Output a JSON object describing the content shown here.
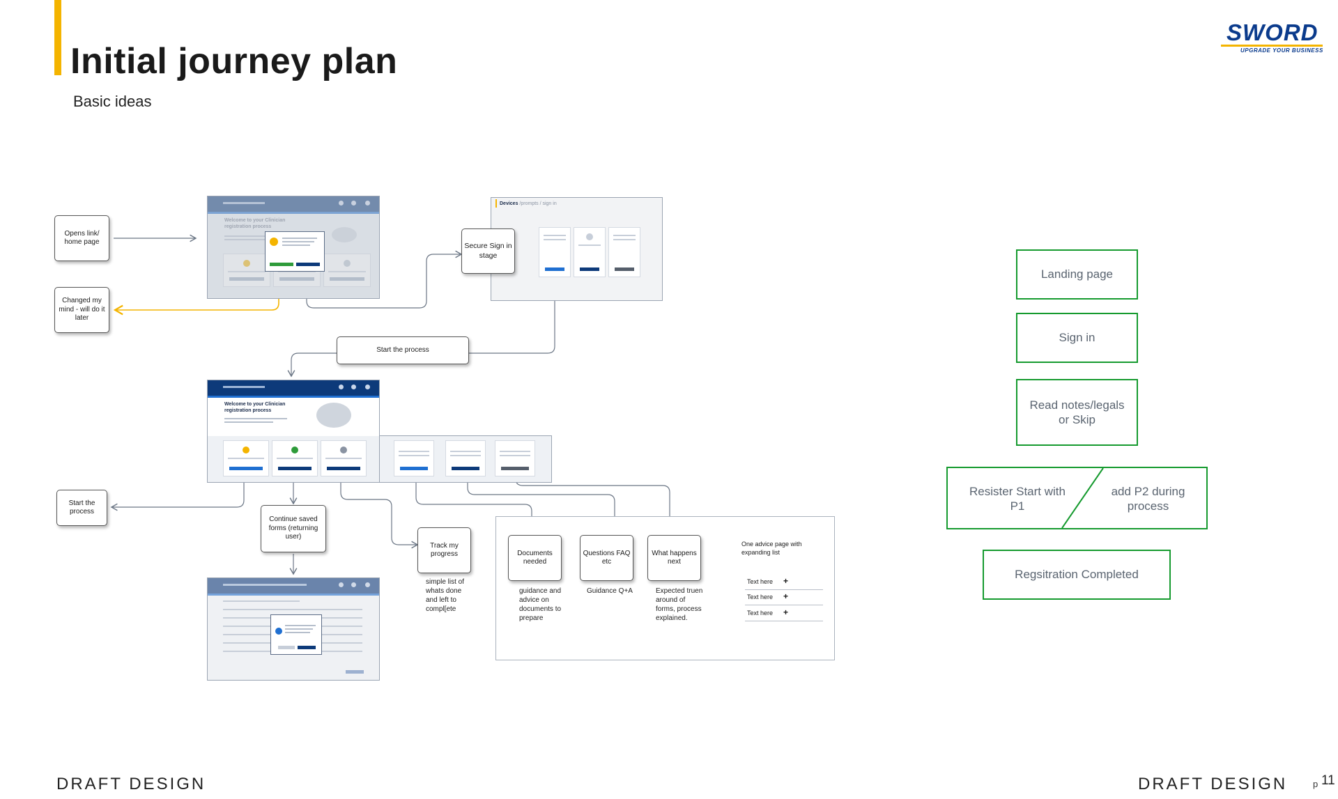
{
  "header": {
    "title": "Initial journey plan",
    "subtitle": "Basic ideas"
  },
  "logo": {
    "wordmark": "SWORD",
    "tagline": "UPGRADE YOUR BUSINESS",
    "colors": {
      "primary": "#0b3b8c",
      "accent": "#f4b400"
    }
  },
  "footer": {
    "left_label": "DRAFT DESIGN",
    "right_label": "DRAFT DESIGN",
    "page_prefix": "p",
    "page_number": "11"
  },
  "flow": {
    "opens_link": "Opens link/ home page",
    "changed_mind": "Changed my mind - will do it later",
    "secure_signin": "Secure Sign in stage",
    "start_process_bar": "Start the process",
    "start_process": "Start the process",
    "continue_saved": "Continue saved forms (returning user)",
    "track_progress": "Track my progress",
    "track_progress_note": "simple list of whats done and left to compl[ete",
    "documents_needed": "Documents needed",
    "documents_note": "guidance and advice on documents to prepare",
    "questions_faq": "Questions FAQ etc",
    "questions_note": "Guidance Q+A",
    "what_next": "What happens next",
    "what_next_note": "Expected truen around of forms, process explained."
  },
  "screens": {
    "welcome_heading": "Welcome to your Clinician registration process",
    "devices_label": "Devices",
    "devices_crumb": "/prompts / sign in"
  },
  "advice_panel": {
    "title": "One advice page with expanding list",
    "rows": [
      "Text here",
      "Text here",
      "Text here"
    ],
    "expand_symbol": "+"
  },
  "stages": {
    "landing": "Landing page",
    "sign_in": "Sign in",
    "read_notes": "Read notes/legals or Skip",
    "register_left": "Resister Start with P1",
    "register_right": "add P2 during process",
    "completed": "Regsitration Completed",
    "border_color": "#159a2e"
  }
}
